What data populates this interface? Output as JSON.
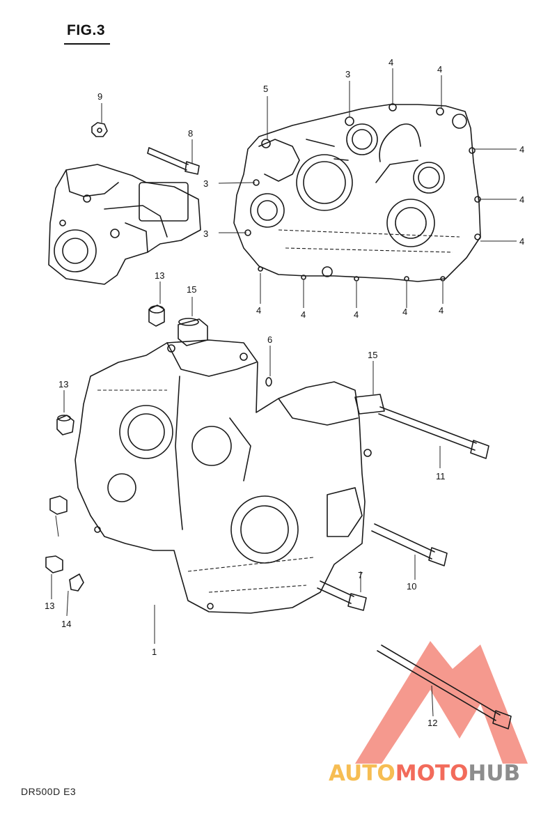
{
  "figure": {
    "title": "FIG.3",
    "model_code": "DR500D E3"
  },
  "callouts": {
    "c1": "1",
    "c3a": "3",
    "c3b": "3",
    "c3c": "3",
    "c4a": "4",
    "c4b": "4",
    "c4c": "4",
    "c4d": "4",
    "c4e": "4",
    "c4f": "4",
    "c4g": "4",
    "c4h": "4",
    "c4i": "4",
    "c4j": "4",
    "c5": "5",
    "c6": "6",
    "c7": "7",
    "c8": "8",
    "c9": "9",
    "c10": "10",
    "c11": "11",
    "c12": "12",
    "c13a": "13",
    "c13b": "13",
    "c13c": "13",
    "c14": "14",
    "c15a": "15",
    "c15b": "15"
  },
  "watermark": {
    "part1": "AUTO",
    "part2": "MOTO",
    "part3": "HUB",
    "color_primary": "#f0523f",
    "color_secondary": "#f5b236",
    "color_tertiary": "#7a7a7a"
  }
}
